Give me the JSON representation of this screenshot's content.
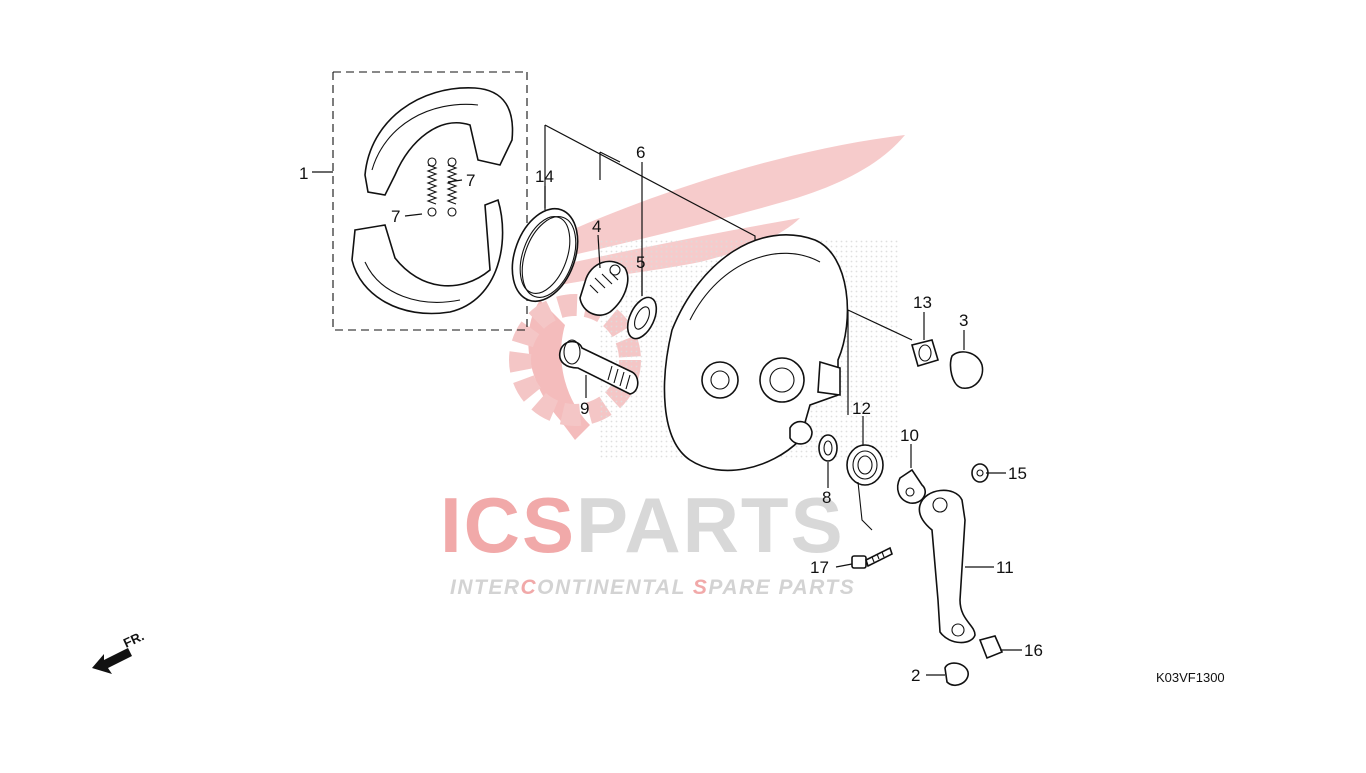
{
  "diagram": {
    "code": "K03VF1300",
    "direction_label": "FR.",
    "callouts": [
      {
        "id": "callout-1",
        "text": "1"
      },
      {
        "id": "callout-7a",
        "text": "7"
      },
      {
        "id": "callout-7b",
        "text": "7"
      },
      {
        "id": "callout-14",
        "text": "14"
      },
      {
        "id": "callout-4",
        "text": "4"
      },
      {
        "id": "callout-6",
        "text": "6"
      },
      {
        "id": "callout-5",
        "text": "5"
      },
      {
        "id": "callout-9",
        "text": "9"
      },
      {
        "id": "callout-13",
        "text": "13"
      },
      {
        "id": "callout-3",
        "text": "3"
      },
      {
        "id": "callout-12",
        "text": "12"
      },
      {
        "id": "callout-10",
        "text": "10"
      },
      {
        "id": "callout-8",
        "text": "8"
      },
      {
        "id": "callout-15",
        "text": "15"
      },
      {
        "id": "callout-11",
        "text": "11"
      },
      {
        "id": "callout-17",
        "text": "17"
      },
      {
        "id": "callout-16",
        "text": "16"
      },
      {
        "id": "callout-2",
        "text": "2"
      }
    ]
  },
  "watermark": {
    "brand_red": "ICS",
    "brand_grey": "PARTS",
    "tagline_segments": [
      {
        "text": "INTER",
        "color": "grey"
      },
      {
        "text": "C",
        "color": "red"
      },
      {
        "text": "ONTINENTAL ",
        "color": "grey"
      },
      {
        "text": "S",
        "color": "red"
      },
      {
        "text": "PARE PARTS",
        "color": "grey"
      }
    ],
    "colors": {
      "red": "#e23a3a",
      "grey": "#bdbdbd"
    }
  }
}
